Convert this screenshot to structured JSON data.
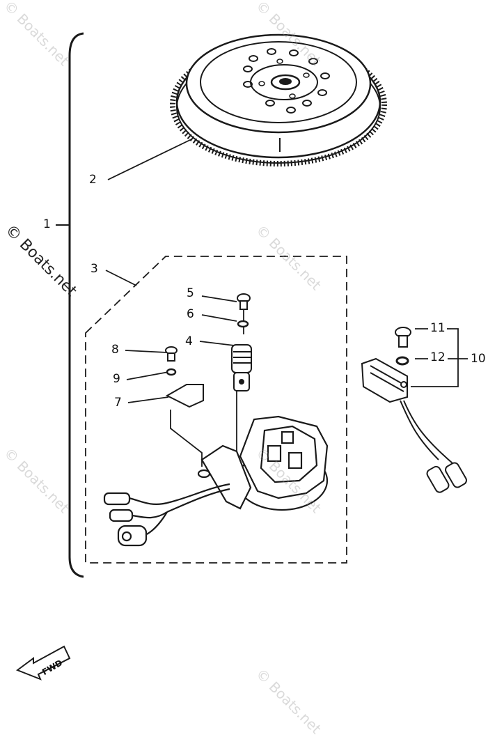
{
  "callouts": {
    "c1": "1",
    "c2": "2",
    "c3": "3",
    "c4": "4",
    "c5": "5",
    "c6": "6",
    "c7": "7",
    "c8": "8",
    "c9": "9",
    "c10": "10",
    "c11": "11",
    "c12": "12"
  },
  "watermark": "© Boats.net",
  "fwd_label": "FWD",
  "colors": {
    "line": "#1a1a1a",
    "watermark": "#969696"
  }
}
